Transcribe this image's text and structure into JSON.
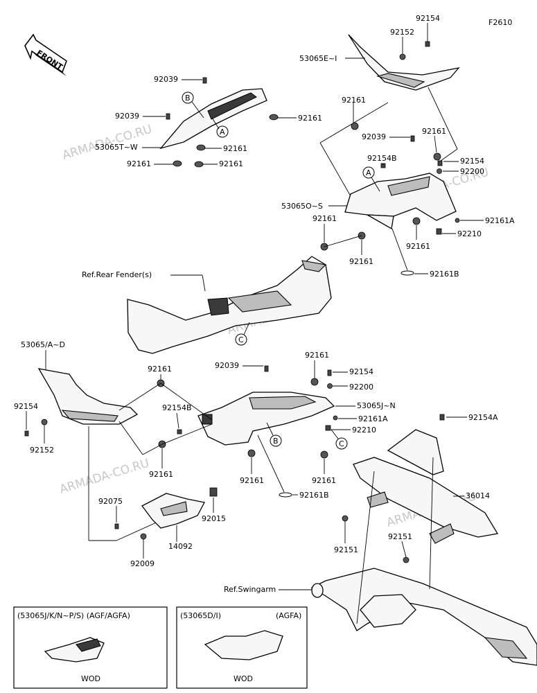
{
  "figure_code": "F2610",
  "front_label": "FRONT",
  "watermark": "ARMADA-CO.RU",
  "labels": {
    "l_92154_top": "92154",
    "l_92152_top": "92152",
    "l_53065EI": "53065E~I",
    "l_92039_a": "92039",
    "l_92039_b": "92039",
    "l_92161_a": "92161",
    "l_53065TW": "53065T~W",
    "l_92161_b": "92161",
    "l_92161_c": "92161",
    "l_92161_d": "92161",
    "l_92161_e": "92161",
    "l_92039_c": "92039",
    "l_92161_f": "92161",
    "l_92154B_a": "92154B",
    "l_92154_b": "92154",
    "l_92200_a": "92200",
    "l_53065OS": "53065O~S",
    "l_92161A_a": "92161A",
    "l_92161_g": "92161",
    "l_92210_a": "92210",
    "l_92161_h": "92161",
    "l_92161_i": "92161",
    "l_92161B_a": "92161B",
    "l_ref_rear_fender": "Ref.Rear Fender(s)",
    "l_53065AD": "53065/A~D",
    "l_92161_j": "92161",
    "l_92039_d": "92039",
    "l_92161_k": "92161",
    "l_92154_c": "92154",
    "l_92200_b": "92200",
    "l_92154B_b": "92154B",
    "l_53065JN": "53065J~N",
    "l_92154_d": "92154",
    "l_92152_b": "92152",
    "l_92161A_b": "92161A",
    "l_92210_b": "92210",
    "l_92154A": "92154A",
    "l_92161_l": "92161",
    "l_92161_m": "92161",
    "l_92161_n": "92161",
    "l_92161B_b": "92161B",
    "l_36014": "36014",
    "l_92075": "92075",
    "l_92015": "92015",
    "l_14092": "14092",
    "l_92009": "92009",
    "l_92151_a": "92151",
    "l_92151_b": "92151",
    "l_ref_swingarm": "Ref.Swingarm"
  },
  "callouts": {
    "c1": "B",
    "c2": "A",
    "c3": "A",
    "c4": "C",
    "c5": "B",
    "c6": "C"
  },
  "insets": {
    "left_title": "(53065J/K/N~P/S) (AGF/AGFA)",
    "left_caption": "WOD",
    "right_title_a": "(53065D/I)",
    "right_title_b": "(AGFA)",
    "right_caption": "WOD"
  }
}
